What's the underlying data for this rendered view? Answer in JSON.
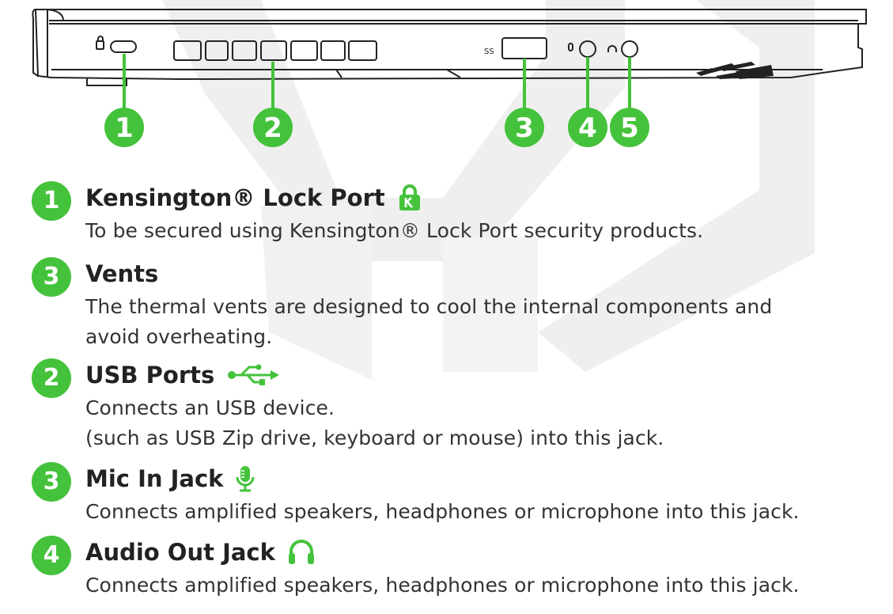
{
  "diagram": {
    "callouts": [
      "1",
      "2",
      "3",
      "4",
      "5"
    ]
  },
  "entries": [
    {
      "number": "1",
      "title": "Kensington® Lock Port",
      "icon": "kensington-lock-icon",
      "lines": [
        "To be secured using Kensington® Lock Port security products."
      ]
    },
    {
      "number": "3",
      "title": "Vents",
      "icon": "",
      "lines": [
        "The thermal vents are designed to cool the internal components and",
        "avoid overheating."
      ]
    },
    {
      "number": "2",
      "title": "USB Ports",
      "icon": "usb-icon",
      "lines": [
        "Connects an USB device.",
        "(such as USB Zip drive, keyboard or mouse) into this jack."
      ]
    },
    {
      "number": "3",
      "title": "Mic In Jack",
      "icon": "microphone-icon",
      "lines": [
        "Connects amplified speakers, headphones or microphone into this jack."
      ]
    },
    {
      "number": "4",
      "title": "Audio Out Jack",
      "icon": "headphones-icon",
      "lines": [
        "Connects amplified speakers, headphones or microphone into this jack."
      ]
    }
  ],
  "colors": {
    "accent": "#44c23b",
    "text": "#222222",
    "watermark": "#eeeeee"
  }
}
